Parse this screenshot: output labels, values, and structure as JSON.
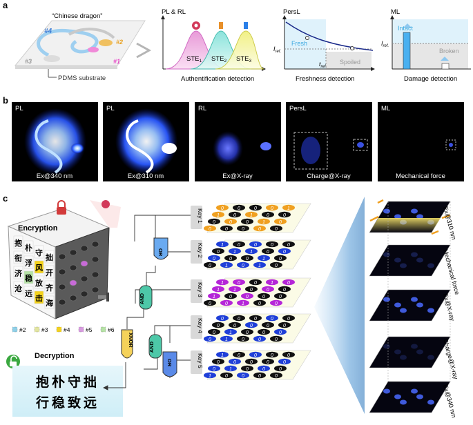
{
  "panel_a": {
    "label": "a",
    "dragon_title": "“Chinese dragon”",
    "regions": [
      "#1",
      "#2",
      "#3",
      "#4"
    ],
    "substrate_label": "PDMS substrate",
    "auth": {
      "axis_label": "PL & RL",
      "peaks": [
        "STE",
        "STE",
        "STE"
      ],
      "peak_subs": [
        "1",
        "2",
        "3"
      ],
      "caption": "Authentification detection"
    },
    "fresh": {
      "axis_label": "PersL",
      "iref": "I",
      "iref_sub": "ref.",
      "tref": "t",
      "tref_sub": "ref.",
      "fresh_label": "Fresh",
      "spoiled_label": "Spoiled",
      "caption": "Freshness detection"
    },
    "damage": {
      "axis_label": "ML",
      "iref": "I",
      "iref_sub": "ref.",
      "intact_label": "Intact",
      "broken_label": "Broken",
      "caption": "Damage detection"
    }
  },
  "panel_b": {
    "label": "b",
    "images": [
      {
        "tag": "PL",
        "caption": "Ex@340 nm"
      },
      {
        "tag": "PL",
        "caption": "Ex@310 nm"
      },
      {
        "tag": "RL",
        "caption": "Ex@X-ray"
      },
      {
        "tag": "PersL",
        "caption": "Charge@X-ray"
      },
      {
        "tag": "ML",
        "caption": "Mechanical force"
      }
    ]
  },
  "panel_c": {
    "label": "c",
    "encryption_label": "Encryption",
    "decryption_label": "Decryption",
    "cube_chars": [
      "抱",
      "朴",
      "守",
      "拙",
      "衔",
      "浮",
      "风",
      "开",
      "济",
      "稳",
      "放",
      "齐",
      "沧",
      "远",
      "击",
      "海"
    ],
    "legend": [
      "#2",
      "#3",
      "#4",
      "#5",
      "#6"
    ],
    "legend_colors": [
      "#8fd0e8",
      "#e2e5a0",
      "#f4d21d",
      "#d89be0",
      "#b6e3a6"
    ],
    "gates": [
      "OR",
      "AND",
      "XNOR",
      "AND",
      "OR"
    ],
    "decrypted_lines": [
      "抱朴守拙",
      "行稳致远"
    ],
    "keys": [
      {
        "label": "Key 1",
        "bits": [
          "0",
          "0",
          "0",
          "0",
          "1",
          "1",
          "0",
          "1",
          "0",
          "0",
          "0",
          "0",
          "0",
          "1",
          "0",
          "0",
          "0",
          "0",
          "0",
          "0"
        ]
      },
      {
        "label": "Key 2",
        "bits": [
          "1",
          "0",
          "0",
          "0",
          "0",
          "0",
          "1",
          "1",
          "0",
          "0",
          "0",
          "0",
          "0",
          "1",
          "0",
          "0",
          "1",
          "0",
          "1",
          "0"
        ]
      },
      {
        "label": "Key 3",
        "bits": [
          "1",
          "0",
          "0",
          "1",
          "0",
          "1",
          "1",
          "0",
          "0",
          "0",
          "1",
          "0",
          "0",
          "0",
          "0",
          "0",
          "0",
          "1",
          "0",
          "0"
        ]
      },
      {
        "label": "Key 4",
        "bits": [
          "0",
          "0",
          "0",
          "0",
          "0",
          "0",
          "0",
          "0",
          "0",
          "0",
          "0",
          "1",
          "0",
          "0",
          "0",
          "0",
          "1",
          "0",
          "0",
          "0"
        ]
      },
      {
        "label": "Key 5",
        "bits": [
          "1",
          "0",
          "0",
          "0",
          "0",
          "0",
          "0",
          "0",
          "0",
          "0",
          "0",
          "1",
          "0",
          "0",
          "0",
          "1",
          "0",
          "0",
          "0",
          "0"
        ]
      }
    ],
    "key_colors": {
      "ring": [
        "#f0a020",
        "#1f3fd8",
        "#b526d8",
        "#1f3fd8",
        "#1f3fd8"
      ]
    },
    "layers": [
      "Ex@310 nm",
      "Mechanical force",
      "Ex@X-ray",
      "Charge@X-ray",
      "Ex@340 nm"
    ]
  }
}
